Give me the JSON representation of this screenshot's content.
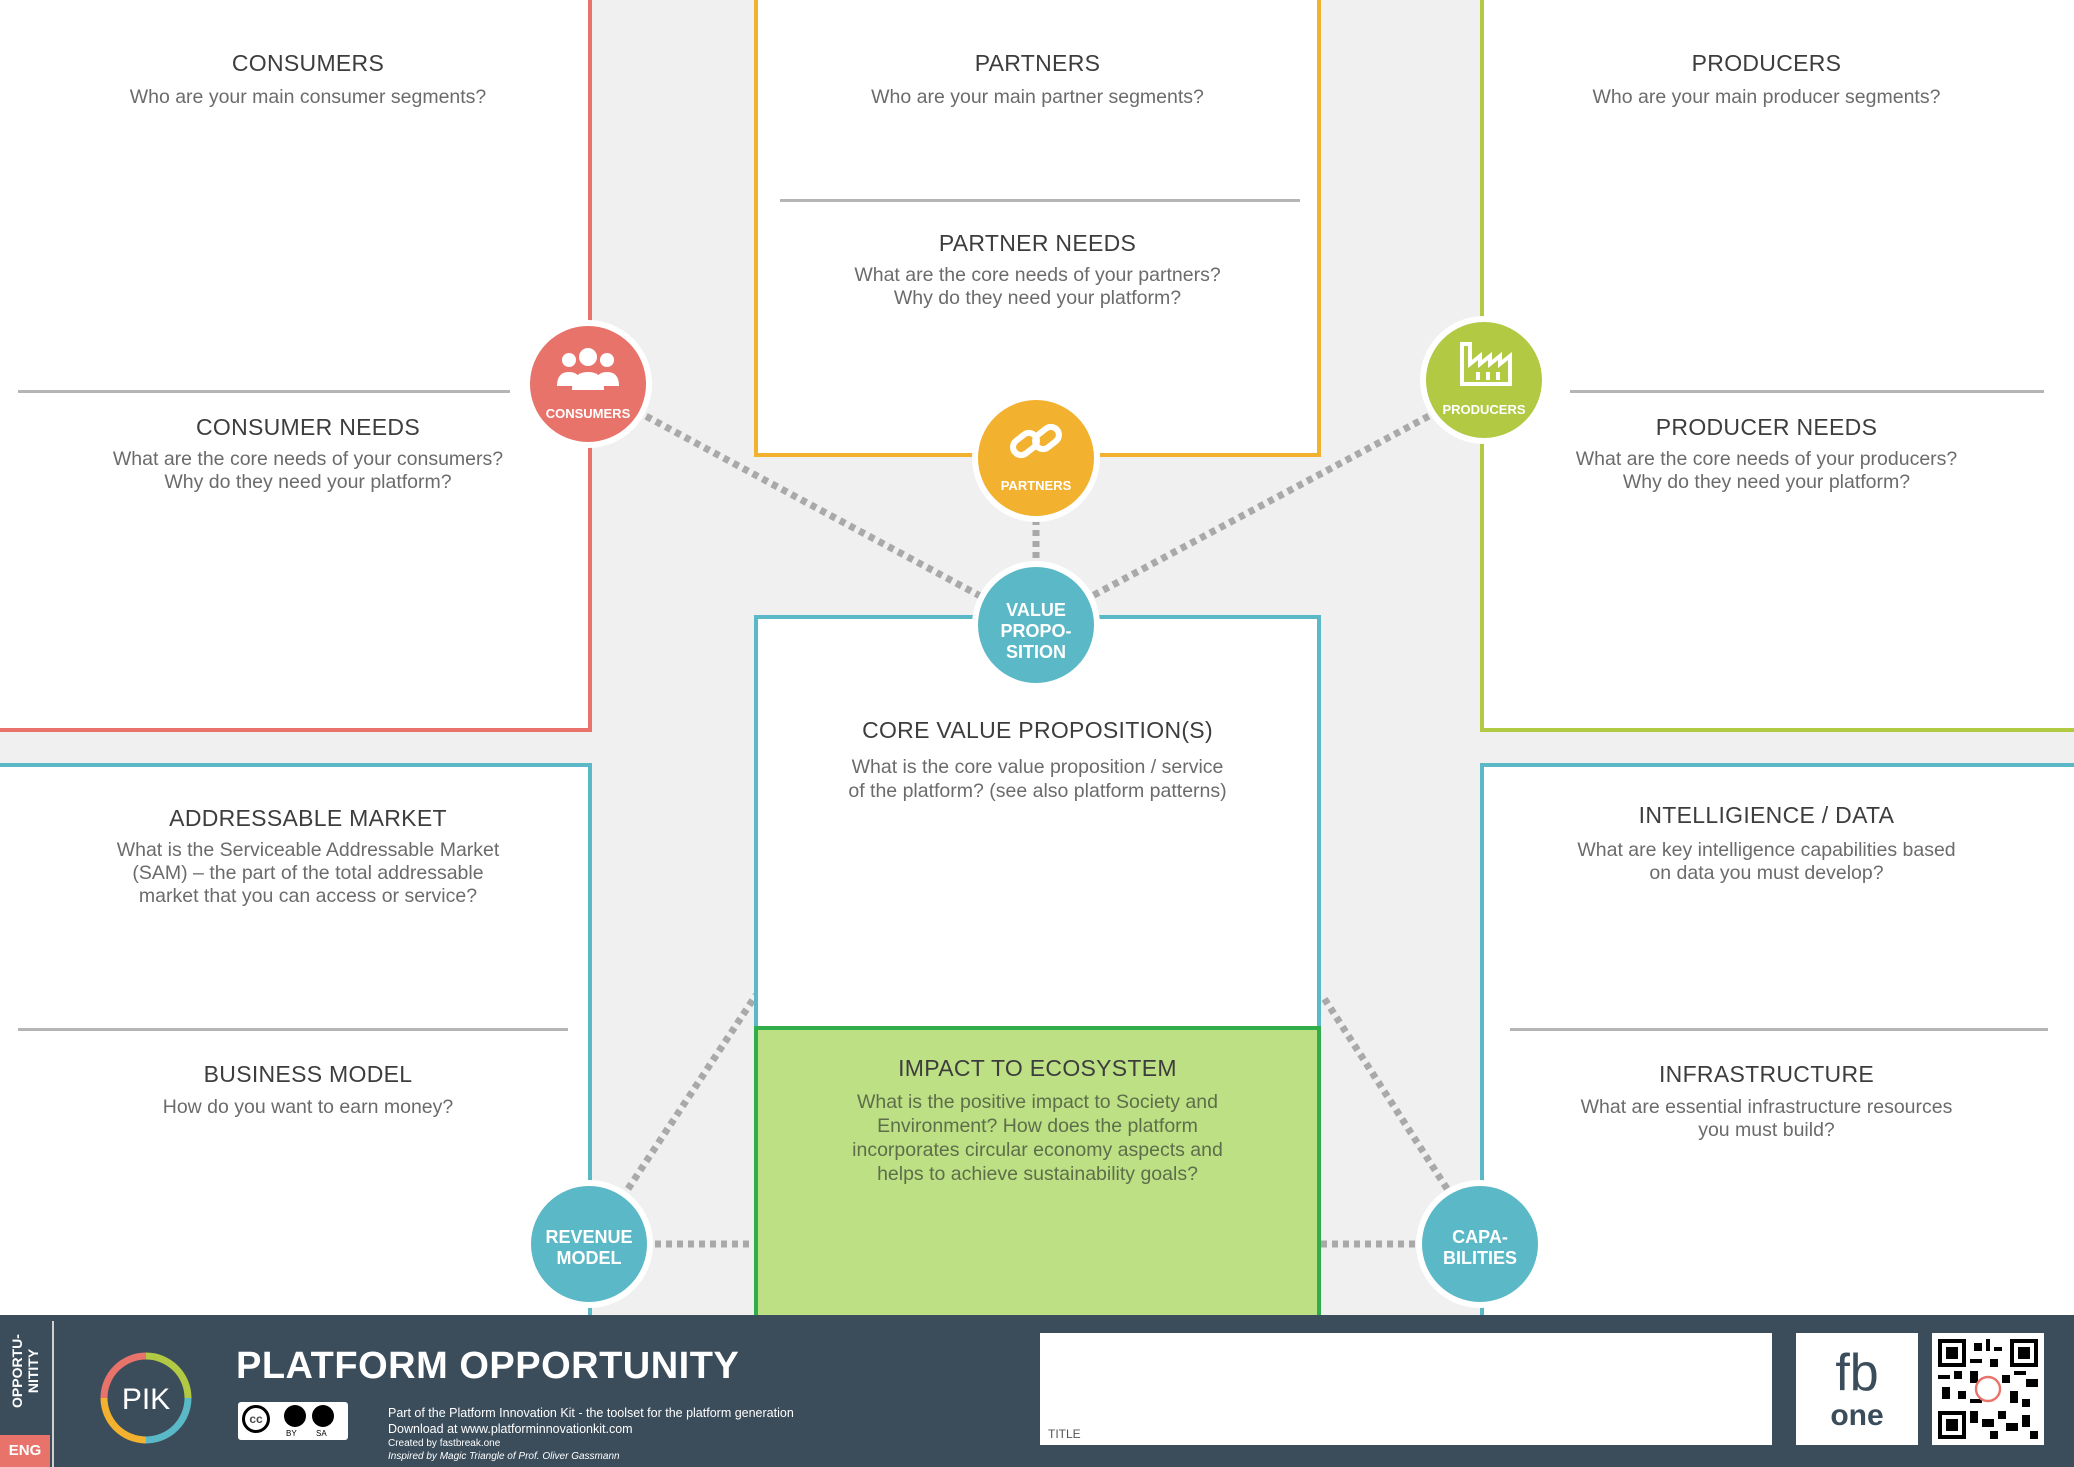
{
  "consumers": {
    "title": "CONSUMERS",
    "question": "Who are your main consumer segments?",
    "needs_title": "CONSUMER NEEDS",
    "needs_q1": "What are the core needs of your consumers?",
    "needs_q2": "Why do they need your platform?"
  },
  "partners": {
    "title": "PARTNERS",
    "question": "Who are your main partner segments?",
    "needs_title": "PARTNER NEEDS",
    "needs_q1": "What are the core needs of your partners?",
    "needs_q2": "Why do they need your platform?"
  },
  "producers": {
    "title": "PRODUCERS",
    "question": "Who are your main producer segments?",
    "needs_title": "PRODUCER NEEDS",
    "needs_q1": "What are the core needs of your producers?",
    "needs_q2": "Why do they need your platform?"
  },
  "core": {
    "title": "CORE VALUE PROPOSITION(S)",
    "q1": "What is the core value proposition / service",
    "q2": "of the platform? (see also platform patterns)"
  },
  "impact": {
    "title": "IMPACT TO ECOSYSTEM",
    "q1": "What is the positive impact to Society and",
    "q2": "Environment? How does the platform",
    "q3": "incorporates circular economy aspects and",
    "q4": "helps to achieve sustainability goals?"
  },
  "market": {
    "title": "ADDRESSABLE MARKET",
    "q1": "What is the Serviceable Addressable Market",
    "q2": "(SAM) – the part of the total addressable",
    "q3": "market that you can access or service?"
  },
  "business": {
    "title": "BUSINESS MODEL",
    "q1": "How do you want to earn money?"
  },
  "intel": {
    "title": "INTELLIGIENCE / DATA",
    "q1": "What are key intelligence capabilities based",
    "q2": "on data you must develop?"
  },
  "infra": {
    "title": "INFRASTRUCTURE",
    "q1": "What are essential infrastructure resources",
    "q2": "you must build?"
  },
  "circles": {
    "consumers": "CONSUMERS",
    "partners": "PARTNERS",
    "producers": "PRODUCERS",
    "vp1": "VALUE",
    "vp2": "PROPO-",
    "vp3": "SITION",
    "rev1": "REVENUE",
    "rev2": "MODEL",
    "cap1": "CAPA-",
    "cap2": "BILITIES"
  },
  "footer": {
    "side1": "OPPORTU-",
    "side2": "NITITY",
    "lang": "ENG",
    "logo": "PIK",
    "title": "PLATFORM OPPORTUNITY",
    "line1": "Part of the Platform Innovation Kit  - the toolset for the platform generation",
    "line2": "Download at www.platforminnovationkit.com",
    "line3": "Created by fastbreak.one",
    "line4": "Inspired by Magic Triangle of Prof. Oliver Gassmann",
    "title_field_label": "TITLE",
    "cc_by": "BY",
    "cc_sa": "SA",
    "fb_logo1": "fb",
    "fb_logo2": "one"
  },
  "colors": {
    "consumers": "#e8736a",
    "partners": "#f2b12f",
    "producers": "#b2c943",
    "teal": "#5bb8c6",
    "impact": "#bde085",
    "impact_border": "#2fae4a",
    "footer": "#3b4c5a"
  }
}
